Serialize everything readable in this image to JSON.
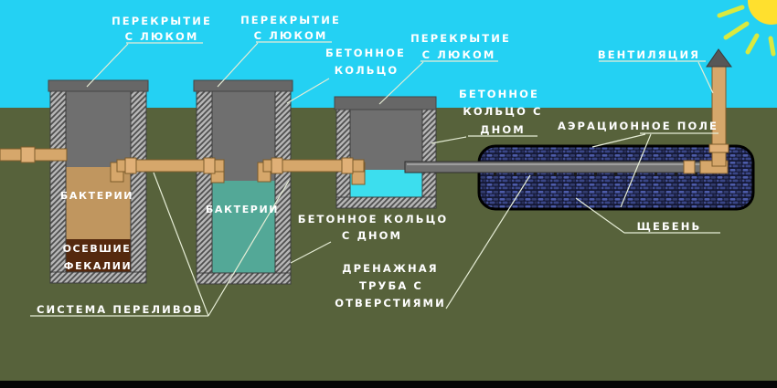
{
  "scene": {
    "kind": "septic-system-cross-section-diagram",
    "language": "ru"
  },
  "labels": {
    "cover_hatch_1_line1": "ПЕРЕКРЫТИЕ",
    "cover_hatch_1_line2": "С ЛЮКОМ",
    "cover_hatch_2_line1": "ПЕРЕКРЫТИЕ",
    "cover_hatch_2_line2": "С ЛЮКОМ",
    "cover_hatch_3_line1": "ПЕРЕКРЫТИЕ",
    "cover_hatch_3_line2": "С ЛЮКОМ",
    "concrete_ring_line1": "БЕТОННОЕ",
    "concrete_ring_line2": "КОЛЬЦО",
    "ring_with_bottom_right_line1": "БЕТОННОЕ",
    "ring_with_bottom_right_line2": "КОЛЬЦО С",
    "ring_with_bottom_right_line3": "ДНОМ",
    "ventilation": "ВЕНТИЛЯЦИЯ",
    "aeration_field": "АЭРАЦИОННОЕ ПОЛЕ",
    "bacteria_tank1": "БАКТЕРИИ",
    "bacteria_tank2": "БАКТЕРИИ",
    "settled_feces_line1": "ОСЕВШИЕ",
    "settled_feces_line2": "ФЕКАЛИИ",
    "overflow_system": "СИСТЕМА ПЕРЕЛИВОВ",
    "ring_with_bottom_mid_line1": "БЕТОННОЕ КОЛЬЦО",
    "ring_with_bottom_mid_line2": "С ДНОМ",
    "drain_pipe_line1": "ДРЕНАЖНАЯ",
    "drain_pipe_line2": "ТРУБА С",
    "drain_pipe_line3": "ОТВЕРСТИЯМИ",
    "gravel": "ЩЕБЕНЬ"
  },
  "colors": {
    "sky": "#24d1f3",
    "ground": "#57623b",
    "bottom_bar": "#060606",
    "tank_interior_gray": "#6f6f6f",
    "tank_cover_gray": "#676767",
    "water_tank1_brown": "#c0965f",
    "sediment_dark_brown": "#55290e",
    "water_tank2_teal": "#53a897",
    "water_tank3_cyan": "#3cdeee",
    "pipe_tan": "#d6a76b",
    "drain_pipe_gray": "#717171",
    "aeration_field_navy": "#151936",
    "sun_yellow": "#ffe02e",
    "sun_ray": "#d9e93f",
    "label_text": "#ffffff"
  }
}
